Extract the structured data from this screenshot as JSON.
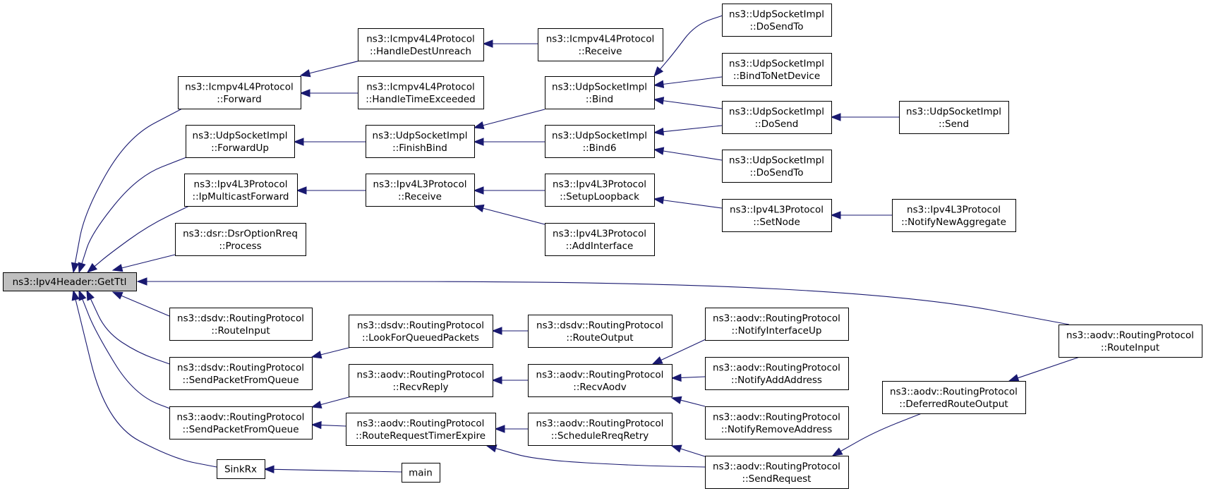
{
  "nodes": [
    {
      "id": "root",
      "lines": [
        "ns3::Ipv4Header::GetTtl"
      ],
      "root": true
    },
    {
      "id": "icmp_fwd",
      "lines": [
        "ns3::Icmpv4L4Protocol",
        "::Forward"
      ]
    },
    {
      "id": "udp_fwdup",
      "lines": [
        "ns3::UdpSocketImpl",
        "::ForwardUp"
      ]
    },
    {
      "id": "ipv4_mcast",
      "lines": [
        "ns3::Ipv4L3Protocol",
        "::IpMulticastForward"
      ]
    },
    {
      "id": "dsr_proc",
      "lines": [
        "ns3::dsr::DsrOptionRreq",
        "::Process"
      ]
    },
    {
      "id": "dsdv_ri",
      "lines": [
        "ns3::dsdv::RoutingProtocol",
        "::RouteInput"
      ]
    },
    {
      "id": "dsdv_spfq",
      "lines": [
        "ns3::dsdv::RoutingProtocol",
        "::SendPacketFromQueue"
      ]
    },
    {
      "id": "aodv_spfq",
      "lines": [
        "ns3::aodv::RoutingProtocol",
        "::SendPacketFromQueue"
      ]
    },
    {
      "id": "sinkrx",
      "lines": [
        "SinkRx"
      ]
    },
    {
      "id": "icmp_hdu",
      "lines": [
        "ns3::Icmpv4L4Protocol",
        "::HandleDestUnreach"
      ]
    },
    {
      "id": "icmp_hte",
      "lines": [
        "ns3::Icmpv4L4Protocol",
        "::HandleTimeExceeded"
      ]
    },
    {
      "id": "udp_fb",
      "lines": [
        "ns3::UdpSocketImpl",
        "::FinishBind"
      ]
    },
    {
      "id": "ipv4_recv",
      "lines": [
        "ns3::Ipv4L3Protocol",
        "::Receive"
      ]
    },
    {
      "id": "dsdv_lfqp",
      "lines": [
        "ns3::dsdv::RoutingProtocol",
        "::LookForQueuedPackets"
      ]
    },
    {
      "id": "aodv_rr",
      "lines": [
        "ns3::aodv::RoutingProtocol",
        "::RecvReply"
      ]
    },
    {
      "id": "aodv_rrte",
      "lines": [
        "ns3::aodv::RoutingProtocol",
        "::RouteRequestTimerExpire"
      ]
    },
    {
      "id": "main",
      "lines": [
        "main"
      ]
    },
    {
      "id": "icmp_recv",
      "lines": [
        "ns3::Icmpv4L4Protocol",
        "::Receive"
      ]
    },
    {
      "id": "udp_bind",
      "lines": [
        "ns3::UdpSocketImpl",
        "::Bind"
      ]
    },
    {
      "id": "udp_bind6",
      "lines": [
        "ns3::UdpSocketImpl",
        "::Bind6"
      ]
    },
    {
      "id": "ipv4_sl",
      "lines": [
        "ns3::Ipv4L3Protocol",
        "::SetupLoopback"
      ]
    },
    {
      "id": "ipv4_ai",
      "lines": [
        "ns3::Ipv4L3Protocol",
        "::AddInterface"
      ]
    },
    {
      "id": "dsdv_ro",
      "lines": [
        "ns3::dsdv::RoutingProtocol",
        "::RouteOutput"
      ]
    },
    {
      "id": "aodv_ra",
      "lines": [
        "ns3::aodv::RoutingProtocol",
        "::RecvAodv"
      ]
    },
    {
      "id": "aodv_srr",
      "lines": [
        "ns3::aodv::RoutingProtocol",
        "::ScheduleRreqRetry"
      ]
    },
    {
      "id": "udp_dst1",
      "lines": [
        "ns3::UdpSocketImpl",
        "::DoSendTo"
      ]
    },
    {
      "id": "udp_btnd",
      "lines": [
        "ns3::UdpSocketImpl",
        "::BindToNetDevice"
      ]
    },
    {
      "id": "udp_ds",
      "lines": [
        "ns3::UdpSocketImpl",
        "::DoSend"
      ]
    },
    {
      "id": "udp_dst2",
      "lines": [
        "ns3::UdpSocketImpl",
        "::DoSendTo"
      ]
    },
    {
      "id": "ipv4_sn",
      "lines": [
        "ns3::Ipv4L3Protocol",
        "::SetNode"
      ]
    },
    {
      "id": "aodv_niu",
      "lines": [
        "ns3::aodv::RoutingProtocol",
        "::NotifyInterfaceUp"
      ]
    },
    {
      "id": "aodv_naa",
      "lines": [
        "ns3::aodv::RoutingProtocol",
        "::NotifyAddAddress"
      ]
    },
    {
      "id": "aodv_nra",
      "lines": [
        "ns3::aodv::RoutingProtocol",
        "::NotifyRemoveAddress"
      ]
    },
    {
      "id": "aodv_sreq",
      "lines": [
        "ns3::aodv::RoutingProtocol",
        "::SendRequest"
      ]
    },
    {
      "id": "udp_send",
      "lines": [
        "ns3::UdpSocketImpl",
        "::Send"
      ]
    },
    {
      "id": "ipv4_nna",
      "lines": [
        "ns3::Ipv4L3Protocol",
        "::NotifyNewAggregate"
      ]
    },
    {
      "id": "aodv_dro",
      "lines": [
        "ns3::aodv::RoutingProtocol",
        "::DeferredRouteOutput"
      ]
    },
    {
      "id": "aodv_ri",
      "lines": [
        "ns3::aodv::RoutingProtocol",
        "::RouteInput"
      ]
    }
  ],
  "edges": [
    {
      "from": "icmp_fwd",
      "to": "root"
    },
    {
      "from": "udp_fwdup",
      "to": "root"
    },
    {
      "from": "ipv4_mcast",
      "to": "root"
    },
    {
      "from": "dsr_proc",
      "to": "root"
    },
    {
      "from": "dsdv_ri",
      "to": "root"
    },
    {
      "from": "dsdv_spfq",
      "to": "root"
    },
    {
      "from": "aodv_spfq",
      "to": "root"
    },
    {
      "from": "sinkrx",
      "to": "root"
    },
    {
      "from": "aodv_ri",
      "to": "root"
    },
    {
      "from": "icmp_hdu",
      "to": "icmp_fwd"
    },
    {
      "from": "icmp_hte",
      "to": "icmp_fwd"
    },
    {
      "from": "udp_fb",
      "to": "udp_fwdup"
    },
    {
      "from": "ipv4_recv",
      "to": "ipv4_mcast"
    },
    {
      "from": "dsdv_lfqp",
      "to": "dsdv_spfq"
    },
    {
      "from": "aodv_rr",
      "to": "aodv_spfq"
    },
    {
      "from": "aodv_rrte",
      "to": "aodv_spfq"
    },
    {
      "from": "main",
      "to": "sinkrx"
    },
    {
      "from": "icmp_recv",
      "to": "icmp_hdu"
    },
    {
      "from": "udp_bind",
      "to": "udp_fb"
    },
    {
      "from": "udp_bind6",
      "to": "udp_fb"
    },
    {
      "from": "ipv4_sl",
      "to": "ipv4_recv"
    },
    {
      "from": "ipv4_ai",
      "to": "ipv4_recv"
    },
    {
      "from": "dsdv_ro",
      "to": "dsdv_lfqp"
    },
    {
      "from": "aodv_ra",
      "to": "aodv_rr"
    },
    {
      "from": "aodv_srr",
      "to": "aodv_rrte"
    },
    {
      "from": "aodv_sreq",
      "to": "aodv_rrte"
    },
    {
      "from": "udp_dst1",
      "to": "udp_bind"
    },
    {
      "from": "udp_btnd",
      "to": "udp_bind"
    },
    {
      "from": "udp_ds",
      "to": "udp_bind"
    },
    {
      "from": "udp_ds",
      "to": "udp_bind6"
    },
    {
      "from": "udp_dst2",
      "to": "udp_bind6"
    },
    {
      "from": "ipv4_sn",
      "to": "ipv4_sl"
    },
    {
      "from": "aodv_niu",
      "to": "aodv_ra"
    },
    {
      "from": "aodv_naa",
      "to": "aodv_ra"
    },
    {
      "from": "aodv_nra",
      "to": "aodv_ra"
    },
    {
      "from": "aodv_sreq",
      "to": "aodv_srr"
    },
    {
      "from": "udp_send",
      "to": "udp_ds"
    },
    {
      "from": "ipv4_nna",
      "to": "ipv4_sn"
    },
    {
      "from": "aodv_dro",
      "to": "aodv_sreq"
    },
    {
      "from": "aodv_ri",
      "to": "aodv_dro"
    }
  ]
}
